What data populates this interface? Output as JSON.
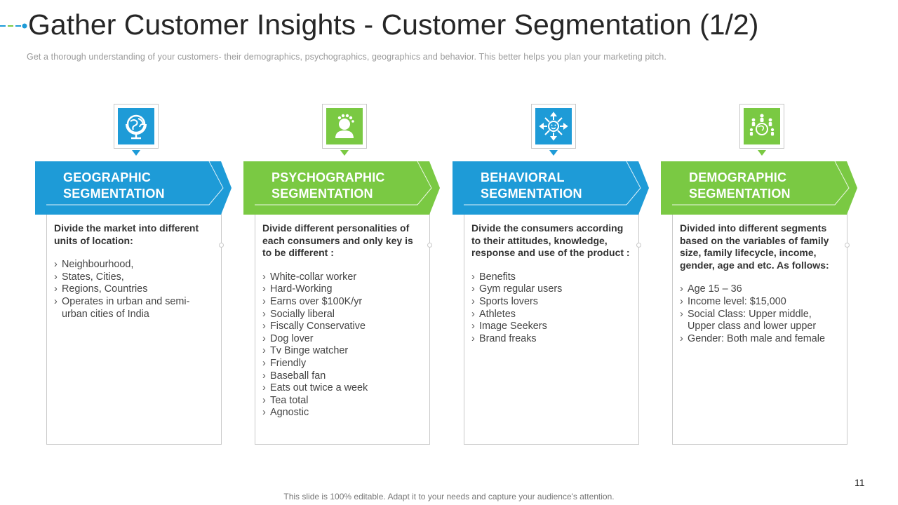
{
  "title": "Gather Customer Insights - Customer Segmentation (1/2)",
  "subtitle": "Get a thorough understanding of your customers- their demographics, psychographics, geographics and behavior. This better helps you plan your marketing pitch.",
  "colors": {
    "blue": "#1E9BD7",
    "green": "#7AC943",
    "accent_blue": "#29A8E0",
    "accent_green": "#8CC63F"
  },
  "segments": [
    {
      "title": "GEOGRAPHIC SEGMENTATION",
      "icon": "globe-icon",
      "color": "#1E9BD7",
      "lead": "Divide the market into different units of location:",
      "items": [
        "Neighbourhood,",
        "States, Cities,",
        "Regions, Countries",
        "Operates in urban and semi-urban cities of India"
      ]
    },
    {
      "title": "PSYCHOGRAPHIC SEGMENTATION",
      "icon": "mind-head-icon",
      "color": "#7AC943",
      "lead": "Divide different personalities of each consumers and only key is to be different :",
      "items": [
        "White-collar worker",
        "Hard-Working",
        "Earns over $100K/yr",
        "Socially liberal",
        "Fiscally Conservative",
        "Dog lover",
        "Tv Binge watcher",
        "Friendly",
        "Baseball fan",
        "Eats out twice a week",
        "Tea total",
        "Agnostic"
      ]
    },
    {
      "title": "BEHAVIORAL SEGMENTATION",
      "icon": "smiley-arrows-icon",
      "color": "#1E9BD7",
      "lead": "Divide the consumers according to their attitudes, knowledge, response and use of the product :",
      "items": [
        "Benefits",
        "Gym regular users",
        "Sports lovers",
        "Athletes",
        "Image Seekers",
        "Brand freaks"
      ]
    },
    {
      "title": "DEMOGRAPHIC SEGMENTATION",
      "icon": "people-globe-icon",
      "color": "#7AC943",
      "lead": "Divided into different segments based on the variables of family size, family lifecycle, income, gender, age and etc. As follows:",
      "items": [
        "Age 15 – 36",
        "Income level: $15,000",
        "Social Class: Upper middle, Upper class and lower upper",
        "Gender: Both male and female"
      ]
    }
  ],
  "page_number": "11",
  "footer": "This slide is 100% editable. Adapt it to your needs and capture your audience's attention."
}
